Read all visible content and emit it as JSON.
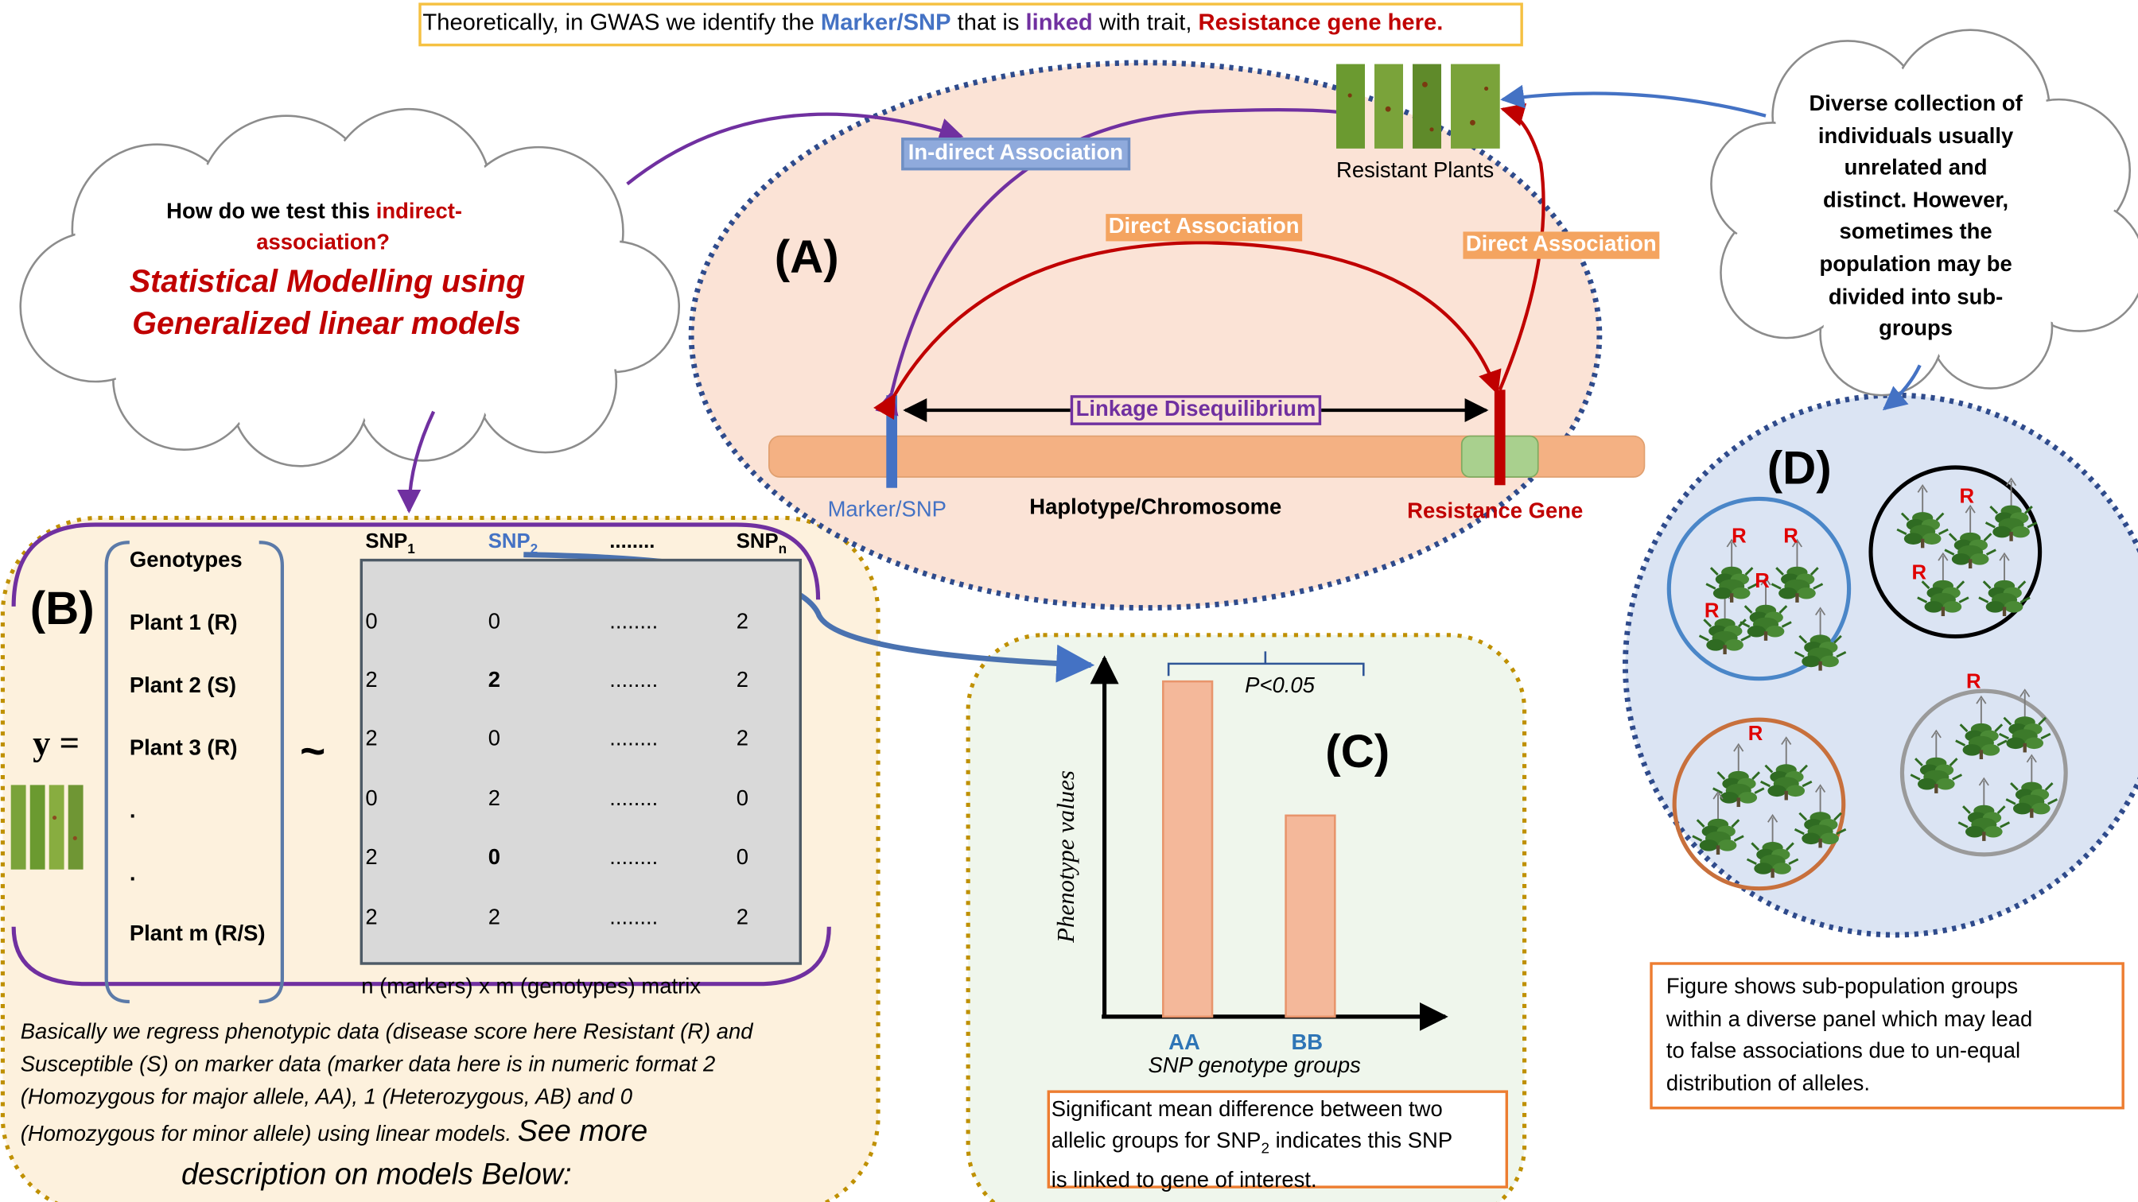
{
  "header": {
    "p1": "Theoretically, in GWAS we identify the ",
    "marker": "Marker/SNP",
    "p2": " that is ",
    "linked": "linked",
    "p3": " with trait, ",
    "gene": "Resistance gene here."
  },
  "cloud_left": {
    "line1a": "How do we test this ",
    "line1b": "indirect-",
    "line2": "association?",
    "line3": "Statistical Modelling using",
    "line4": "Generalized linear models"
  },
  "cloud_right": {
    "lines": [
      "Diverse collection of",
      "individuals usually",
      "unrelated and",
      "distinct. However,",
      "sometimes the",
      "population may be",
      "divided into sub-",
      "groups"
    ]
  },
  "panel_a": {
    "label": "(A)",
    "indirect": "In-direct Association",
    "direct_left": "Direct Association",
    "direct_right": "Direct Association",
    "resistant_plants": "Resistant Plants",
    "ld": "Linkage Disequilibrium",
    "marker": "Marker/SNP",
    "haplotype": "Haplotype/Chromosome",
    "gene": "Resistance Gene"
  },
  "panel_b": {
    "label": "(B)",
    "y": "y =",
    "tilde": "~",
    "rows": [
      "Genotypes",
      "Plant 1 (R)",
      "Plant 2 (S)",
      "Plant 3 (R)",
      ".",
      ".",
      "Plant m (R/S)"
    ],
    "col_headers": [
      {
        "base": "SNP",
        "sub": "1"
      },
      {
        "base": "SNP",
        "sub": "2"
      },
      {
        "base": "........",
        "sub": ""
      },
      {
        "base": "SNP",
        "sub": "n"
      }
    ],
    "matrix": [
      [
        "0",
        "0",
        "........",
        "2"
      ],
      [
        "2",
        "2",
        "........",
        "2"
      ],
      [
        "2",
        "0",
        "........",
        "2"
      ],
      [
        "0",
        "2",
        "........",
        "0"
      ],
      [
        "2",
        "0",
        "........",
        "0"
      ],
      [
        "2",
        "2",
        "........",
        "2"
      ]
    ],
    "matrix_caption": "n (markers) x m (genotypes) matrix",
    "desc_lines": [
      "Basically we regress phenotypic data (disease score here Resistant (R) and",
      "Susceptible (S) on marker data (marker data here is in numeric format 2",
      "(Homozygous for major allele, AA), 1 (Heterozygous, AB) and 0"
    ],
    "desc_line4": "(Homozygous for minor allele) using linear models. ",
    "desc_line4_big": "See more",
    "desc_line5": "description on models Below:"
  },
  "panel_c": {
    "label": "(C)",
    "pval": "P<0.05",
    "ylabel": "Phenotype  values",
    "xlabel": "SNP genotype groups",
    "cap1": "Significant mean difference between two",
    "cap2a": "allelic groups for SNP",
    "cap2sub": "2",
    "cap2b": " indicates this SNP",
    "cap3": "is linked to gene of interest."
  },
  "chart_data": {
    "type": "bar",
    "categories": [
      "AA",
      "BB"
    ],
    "values": [
      1.0,
      0.6
    ],
    "xlabel": "SNP genotype groups",
    "ylabel": "Phenotype  values",
    "annotations": [
      "P<0.05"
    ]
  },
  "panel_d": {
    "label": "(D)",
    "r": "R",
    "caption": [
      "Figure shows sub-population groups",
      "within a diverse panel which may lead",
      "to false associations due to un-equal",
      "distribution of alleles."
    ]
  },
  "colors": {
    "blue": "#4472c4",
    "purple": "#7030a0",
    "red": "#c00000",
    "orange": "#ed7d31",
    "gold": "#bf9000",
    "navy": "#2f4b8c"
  }
}
